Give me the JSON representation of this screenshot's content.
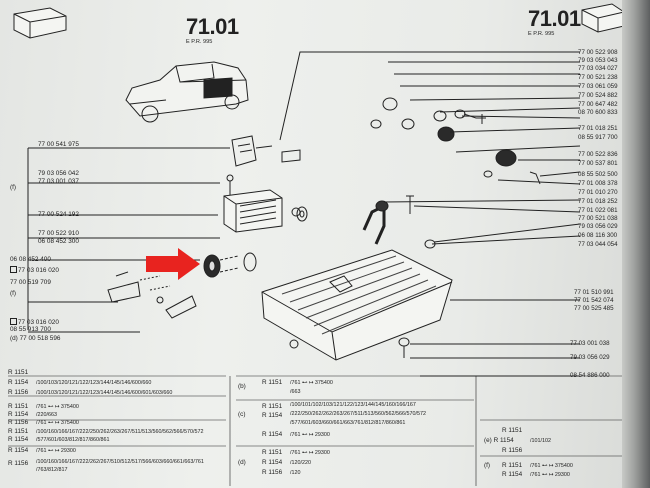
{
  "header": {
    "page_number_left": "71.01",
    "page_number_right": "71.01",
    "edition_left": "E   P.R. 995",
    "edition_right": "E   P.R. 995"
  },
  "left_refs": [
    {
      "text": "77 00 541 975"
    },
    {
      "text": "79 03 056 042"
    },
    {
      "text": "77 03 001 037"
    },
    {
      "text": "(f)"
    },
    {
      "text": "77 00 524 192"
    },
    {
      "text": "77 00 522 910"
    },
    {
      "text": "06 08 452 300"
    },
    {
      "text": "06 08 452 400"
    },
    {
      "text": "77 03 016 020"
    },
    {
      "text": "77 00 519 709"
    },
    {
      "text": "(f)"
    },
    {
      "text": "77 03 016 020"
    },
    {
      "text": "08 55 913 700"
    },
    {
      "text": "(d) 77 00 518 596"
    }
  ],
  "right_refs": [
    {
      "text": "77 00 522 908"
    },
    {
      "text": "79 03 053 043"
    },
    {
      "text": "77 03 034 027"
    },
    {
      "text": "77 00 521 238"
    },
    {
      "text": "77 03 061 059"
    },
    {
      "text": "77 00 524 882"
    },
    {
      "text": "77 00 647 482"
    },
    {
      "text": "08 70 600 833"
    },
    {
      "text": "77 01 018 251"
    },
    {
      "text": "08 55 917 700"
    },
    {
      "text": "77 00 522 836"
    },
    {
      "text": "77 00 537 801"
    },
    {
      "text": "08 55 502 500"
    },
    {
      "text": "77 01 008 378"
    },
    {
      "text": "77 01 010 270"
    },
    {
      "text": "77 01 018 252"
    },
    {
      "text": "77 01 022 081"
    },
    {
      "text": "77 00 521 038"
    },
    {
      "text": "79 03 056 029"
    },
    {
      "text": "06 08 116 300"
    },
    {
      "text": "77 03 044 054"
    },
    {
      "text": "77 01 510 991"
    },
    {
      "text": "77 01 542 074"
    },
    {
      "text": "77 00 525 485"
    },
    {
      "text": "77 03 001 038"
    },
    {
      "text": "79 03 056 029"
    },
    {
      "text": "08 54 886 000"
    }
  ],
  "table_col1": [
    {
      "r": "R 1151",
      "m": ""
    },
    {
      "r": "R 1154",
      "m": "/100/103/120/121/122/123/144/145/146/600/660"
    },
    {
      "r": "R 1156",
      "m": "/100/103/120/121/122/123/144/145/146/600/601/603/660"
    },
    {
      "r": "R 1151",
      "m": "/761  ⊷  ↦ 375400"
    },
    {
      "r": "R 1154",
      "m": "/220/663"
    },
    {
      "r": "R 1156",
      "m": "/761  ⊷  ↦ 375400"
    },
    {
      "r": "R 1151",
      "m": "/100/160/166/167/222/250/262/263/267/511/513/560/562/566/570/572"
    },
    {
      "r": "R 1154",
      "m": "/577/601/603/812/817/860/861"
    },
    {
      "r": "R 1154",
      "m": "/761  ⊷  ↦ 29300"
    },
    {
      "r": "R 1156",
      "m": "/100/160/166/167/222/262/267/510/512/517/566/603/660/661/663/761"
    },
    {
      "r": "",
      "m": "/763/812/817"
    }
  ],
  "table_col2": [
    {
      "r": "R 1151",
      "m": "/761  ⊷  ↦ 375400"
    },
    {
      "r": "",
      "m": "/663"
    },
    {
      "r": "R 1151",
      "m": "/100/101/102/103/121/122/123/144/145/160/166/167"
    },
    {
      "r": "R 1154",
      "m": "/222/250/262/262/263/267/511/513/560/562/566/570/572"
    },
    {
      "r": "",
      "m": "/577/601/603/660/661/663/761/812/817/860/861"
    },
    {
      "r": "R 1154",
      "m": "/761  ⊷  ↦ 29300"
    },
    {
      "r": "R 1151",
      "m": "/761  ⊷  ↦ 29300"
    },
    {
      "r": "R 1154",
      "m": "/120/220"
    },
    {
      "r": "R 1156",
      "m": "/120"
    }
  ],
  "table_col2_tags": [
    "(b)",
    "(c)",
    "(d)"
  ],
  "table_col3": [
    {
      "r": "R 1151",
      "m": ""
    },
    {
      "r": "(e) R 1154",
      "m": "/101/102"
    },
    {
      "r": "R 1156",
      "m": ""
    },
    {
      "r": "R 1151",
      "m": "/761  ⊷  ↦ 375400"
    },
    {
      "r": "R 1154",
      "m": "/761  ⊷  ↦ 29300"
    }
  ],
  "table_col3_tags": [
    "(f)"
  ],
  "colors": {
    "highlight_arrow": "#e8231f",
    "ink": "#222222",
    "paper": "#eceeeb"
  }
}
